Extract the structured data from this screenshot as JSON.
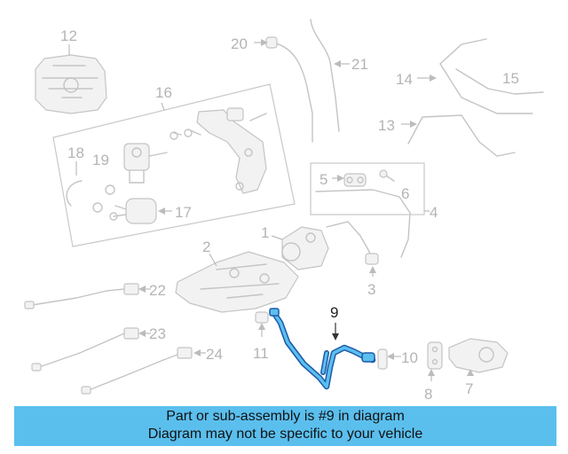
{
  "highlighted_part": "9",
  "callouts": {
    "c1": "1",
    "c2": "2",
    "c3": "3",
    "c4": "4",
    "c5": "5",
    "c6": "6",
    "c7": "7",
    "c8": "8",
    "c9": "9",
    "c10": "10",
    "c11": "11",
    "c12": "12",
    "c13": "13",
    "c14": "14",
    "c15": "15",
    "c16": "16",
    "c17": "17",
    "c18": "18",
    "c19": "19",
    "c20": "20",
    "c21": "21",
    "c22": "22",
    "c23": "23",
    "c24": "24"
  },
  "banner": {
    "line1": "Part or sub-assembly is #9 in diagram",
    "line2": "Diagram may not be specific to your vehicle"
  },
  "colors": {
    "highlight_stroke": "#1d5aa8",
    "highlight_fill": "#5bbfee",
    "banner_bg": "#5bbfee",
    "line_gray": "#c4c4c4"
  }
}
